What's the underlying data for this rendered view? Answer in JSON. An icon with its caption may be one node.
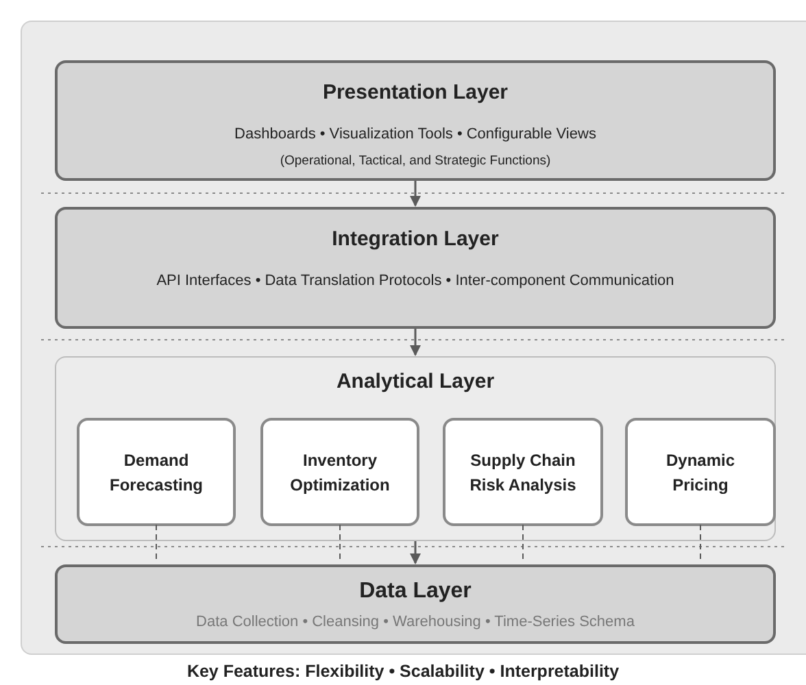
{
  "diagram": {
    "caption": "Key Features: Flexibility • Scalability • Interpretability",
    "nodes": [
      {
        "text": [
          "Presentation Layer",
          "Dashboards • Visualization Tools • Configurable Views",
          "(Operational, Tactical, and Strategic Functions)"
        ]
      },
      {
        "text": [
          "Integration Layer",
          "API Interfaces • Data Translation Protocols • Inter-component Communication"
        ]
      },
      {
        "text": [
          "Analytical Layer"
        ]
      },
      {
        "text": [
          "Demand Forecasting"
        ],
        "in": 2
      },
      {
        "text": [
          "Inventory Optimization"
        ],
        "in": 2
      },
      {
        "text": [
          "Supply Chain Risk Analysis"
        ],
        "in": 2
      },
      {
        "text": [
          "Dynamic Pricing"
        ],
        "in": 2
      },
      {
        "text": [
          "Data Layer",
          "Data Collection • Cleansing • Warehousing • Time-Series Schema"
        ]
      }
    ],
    "edges": [
      {
        "from": 0,
        "to": 1,
        "arrow": "to"
      },
      {
        "from": 1,
        "to": 2,
        "arrow": "to"
      },
      {
        "from": 2,
        "to": 7,
        "arrow": "to"
      },
      {
        "from": 3,
        "to": 7,
        "arrow": "none",
        "style": "dashed"
      },
      {
        "from": 4,
        "to": 7,
        "arrow": "none",
        "style": "dashed"
      },
      {
        "from": 5,
        "to": 7,
        "arrow": "none",
        "style": "dashed"
      },
      {
        "from": 6,
        "to": 7,
        "arrow": "none",
        "style": "dashed"
      }
    ]
  }
}
